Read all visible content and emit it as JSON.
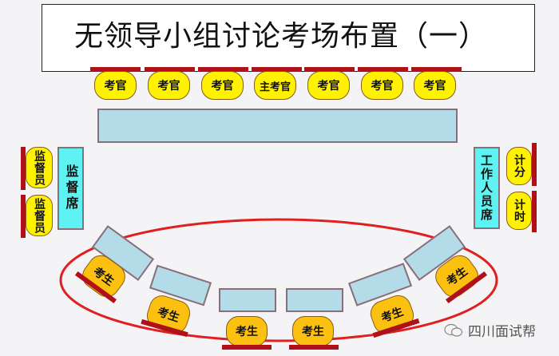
{
  "title": "无领导小组讨论考场布置（一）",
  "examiners": [
    {
      "label": "考官"
    },
    {
      "label": "考官"
    },
    {
      "label": "考官"
    },
    {
      "label": "主考官"
    },
    {
      "label": "考官"
    },
    {
      "label": "考官"
    },
    {
      "label": "考官"
    }
  ],
  "left_side": {
    "supervisors": [
      {
        "label": "监督员"
      },
      {
        "label": "监督员"
      }
    ],
    "desk_label": "监督席"
  },
  "right_side": {
    "staff_desk_label": "工作人员席",
    "roles": [
      {
        "label": "计分"
      },
      {
        "label": "计时"
      }
    ]
  },
  "candidates": [
    {
      "label": "考生"
    },
    {
      "label": "考生"
    },
    {
      "label": "考生"
    },
    {
      "label": "考生"
    },
    {
      "label": "考生"
    },
    {
      "label": "考生"
    }
  ],
  "watermark": {
    "icon": "wechat-icon",
    "text": "四川面试帮"
  },
  "colors": {
    "background": "#f4f4f6",
    "seat_bar": "#b01018",
    "examiner_seat": "#fff200",
    "candidate_seat": "#fcc010",
    "table": "#b4dbe8",
    "side_desk": "#5ff2f2",
    "ellipse": "#e02020"
  }
}
